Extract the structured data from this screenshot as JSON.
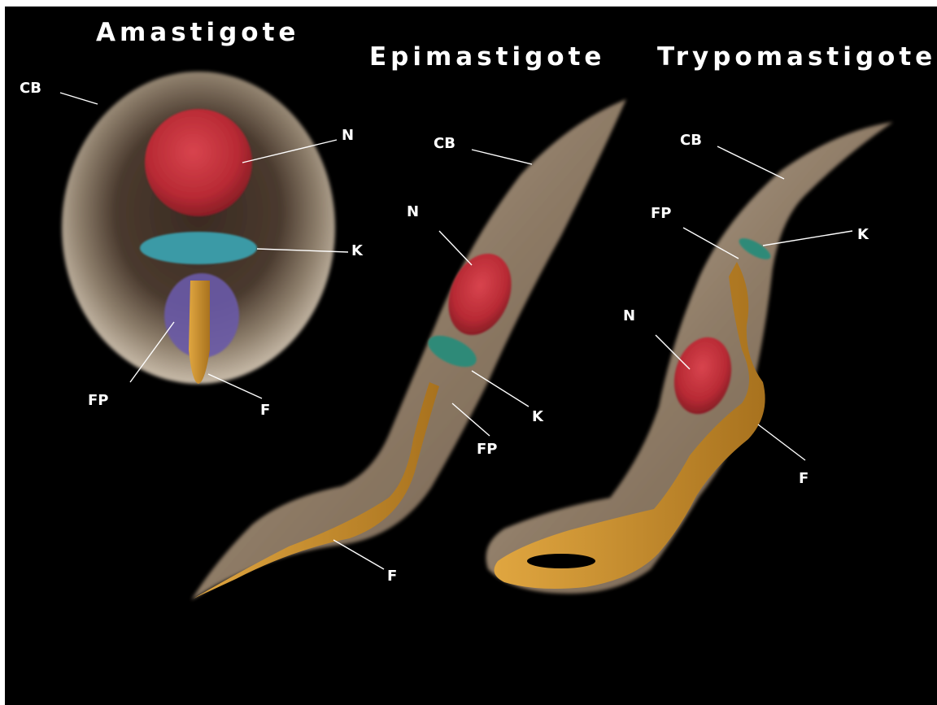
{
  "panels": [
    {
      "title": "Amastigote",
      "labels": {
        "cell_body": "CB",
        "nucleus": "N",
        "kinetoplast": "K",
        "flagellar_pocket": "FP",
        "flagellum": "F"
      }
    },
    {
      "title": "Epimastigote",
      "labels": {
        "cell_body": "CB",
        "nucleus": "N",
        "kinetoplast": "K",
        "flagellar_pocket": "FP",
        "flagellum": "F"
      }
    },
    {
      "title": "Trypomastigote",
      "labels": {
        "cell_body": "CB",
        "nucleus": "N",
        "kinetoplast": "K",
        "flagellar_pocket": "FP",
        "flagellum": "F"
      }
    }
  ],
  "colors": {
    "background": "#000000",
    "cell_body": "#9a8a78",
    "nucleus": "#c8303a",
    "kinetoplast_amastigote": "#3a9aa6",
    "kinetoplast": "#2f8a78",
    "flagellar_pocket": "#6a5aa8",
    "flagellum": "#c8922e"
  }
}
